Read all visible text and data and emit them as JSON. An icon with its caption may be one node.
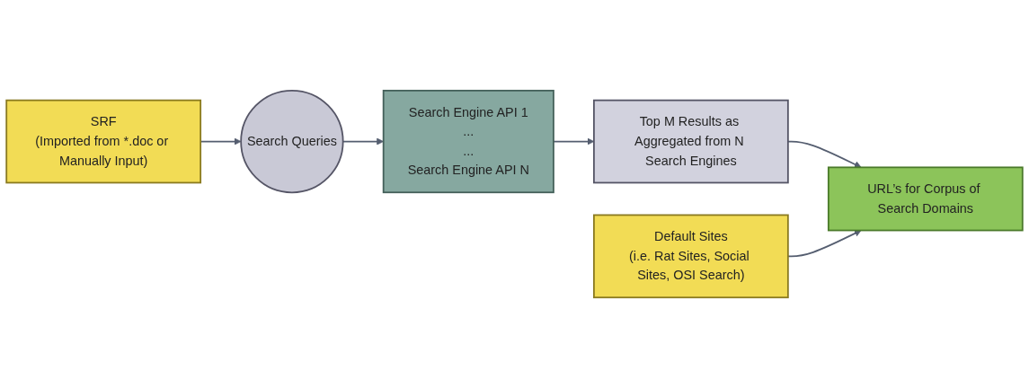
{
  "diagram": {
    "nodes": [
      {
        "text": [
          "SRF",
          "(Imported from *.doc or Manually Input)"
        ]
      },
      {
        "text": [
          "Default Sites",
          "(i.e. Rat Sites, Social Sites, OSI Search)"
        ]
      },
      {
        "text": [
          "Search Queries"
        ]
      },
      {
        "text": [
          "Search Engine API 1",
          "...",
          "...",
          "Search Engine API N"
        ]
      },
      {
        "text": [
          "Top M Results as Aggregated from N Search Engines"
        ]
      },
      {
        "text": [
          "URL’s for Corpus of Search Domains"
        ]
      }
    ],
    "edges": [
      {
        "from": 0,
        "to": 2,
        "arrow": "to"
      },
      {
        "from": 2,
        "to": 3,
        "arrow": "to"
      },
      {
        "from": 3,
        "to": 4,
        "arrow": "to"
      },
      {
        "from": 4,
        "to": 5,
        "arrow": "to"
      },
      {
        "from": 1,
        "to": 5,
        "arrow": "to"
      }
    ]
  }
}
